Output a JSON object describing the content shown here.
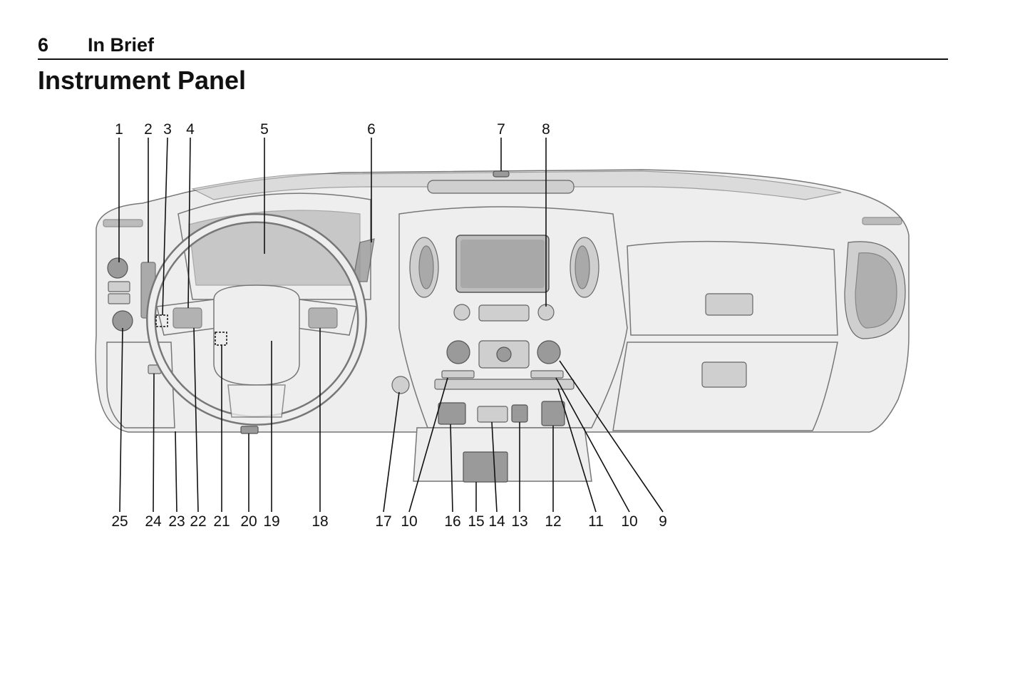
{
  "header": {
    "page_number": "6",
    "section": "In Brief"
  },
  "title": "Instrument Panel",
  "figure": {
    "top_callouts": [
      "1",
      "2",
      "3",
      "4",
      "5",
      "6",
      "7",
      "8"
    ],
    "bottom_callouts": [
      "25",
      "24",
      "23",
      "22",
      "21",
      "20",
      "19",
      "18",
      "17",
      "10",
      "16",
      "15",
      "14",
      "13",
      "12",
      "11",
      "10",
      "9"
    ]
  }
}
